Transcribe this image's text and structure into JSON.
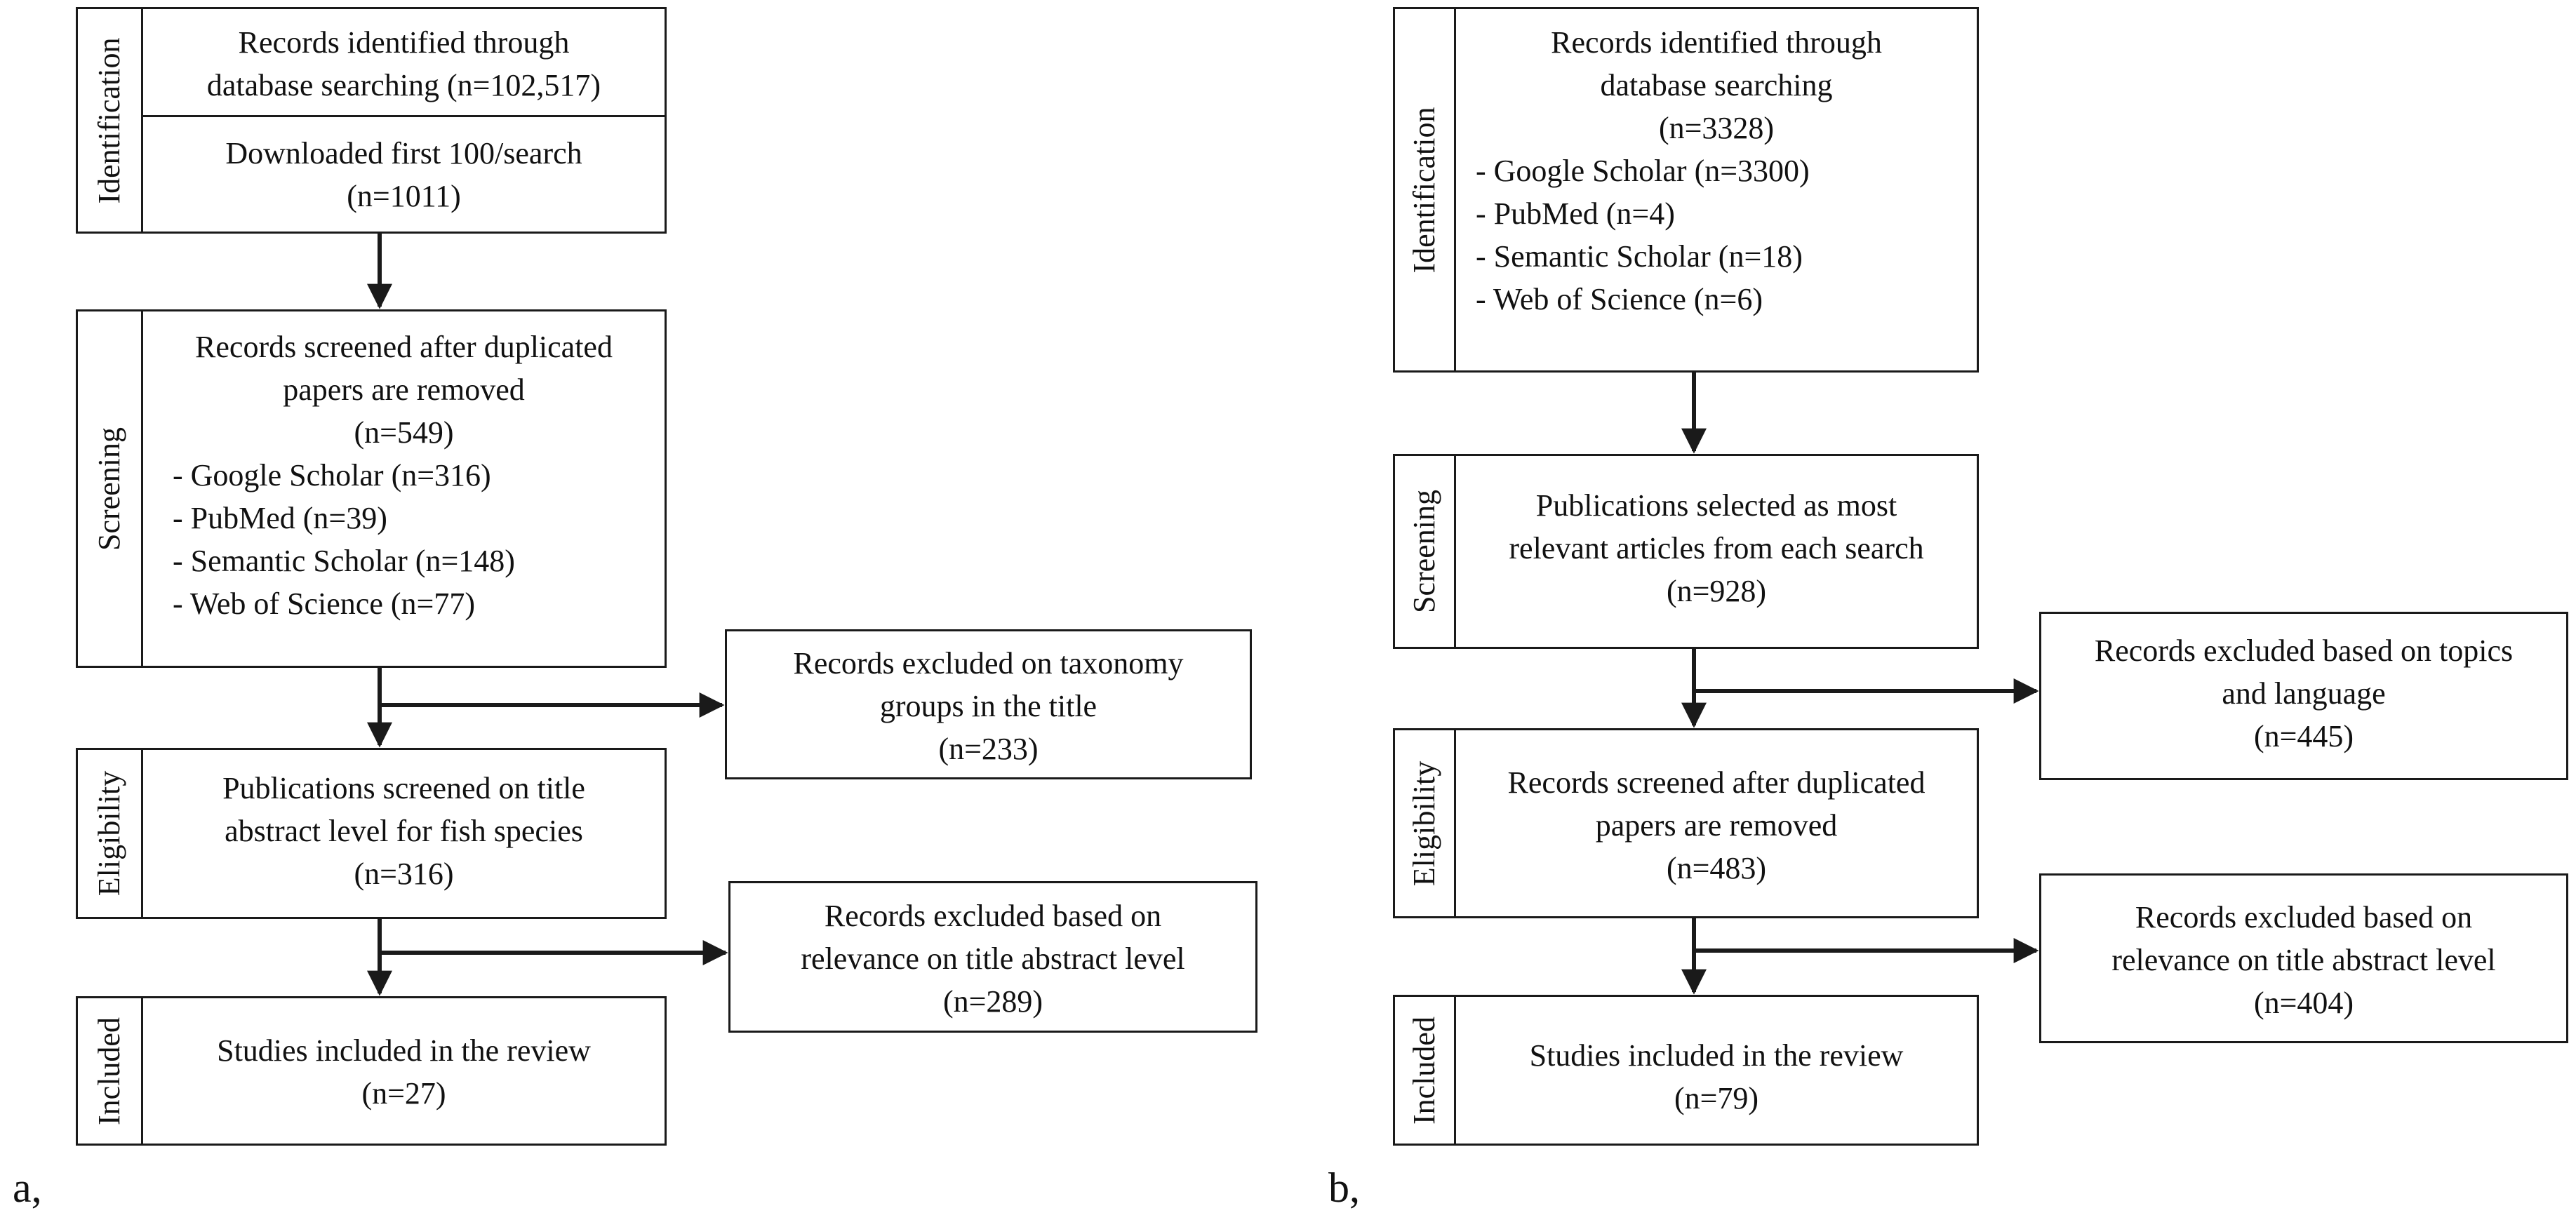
{
  "panel_a": {
    "label": "a,",
    "stages": {
      "identification": "Identification",
      "screening": "Screening",
      "eligibility": "Eligibility",
      "included": "Included"
    },
    "identification": {
      "line1": "Records identified through",
      "line2": "database searching (n=102,517)",
      "download_line1": "Downloaded first 100/search",
      "download_line2": "(n=1011)"
    },
    "screening": {
      "line1": "Records screened after duplicated",
      "line2": "papers are removed",
      "count": "(n=549)",
      "sources": [
        "- Google Scholar (n=316)",
        "- PubMed (n=39)",
        "- Semantic Scholar (n=148)",
        "- Web of Science (n=77)"
      ]
    },
    "excluded_1": {
      "line1": "Records excluded on  taxonomy",
      "line2": "groups in the title",
      "count": "(n=233)"
    },
    "eligibility": {
      "line1": "Publications screened on title",
      "line2": "abstract level for fish species",
      "count": "(n=316)"
    },
    "excluded_2": {
      "line1": "Records excluded  based on",
      "line2": "relevance on title abstract level",
      "count": "(n=289)"
    },
    "included": {
      "line1": "Studies included in the review",
      "count": "(n=27)"
    }
  },
  "panel_b": {
    "label": "b,",
    "stages": {
      "identification": "Identification",
      "screening": "Screening",
      "eligibility": "Eligibility",
      "included": "Included"
    },
    "identification": {
      "line1": "Records identified through",
      "line2": "database searching",
      "count": "(n=3328)",
      "sources": [
        "- Google Scholar (n=3300)",
        "- PubMed (n=4)",
        "- Semantic Scholar (n=18)",
        "- Web of Science (n=6)"
      ]
    },
    "screening": {
      "line1": "Publications selected as most",
      "line2": "relevant articles from each search",
      "count": "(n=928)"
    },
    "excluded_1": {
      "line1": "Records excluded based on topics",
      "line2": "and language",
      "count": "(n=445)"
    },
    "eligibility": {
      "line1": "Records screened after duplicated",
      "line2": "papers are removed",
      "count": "(n=483)"
    },
    "excluded_2": {
      "line1": "Records excluded  based on",
      "line2": "relevance on title abstract level",
      "count": "(n=404)"
    },
    "included": {
      "line1": "Studies included in the review",
      "count": "(n=79)"
    }
  }
}
